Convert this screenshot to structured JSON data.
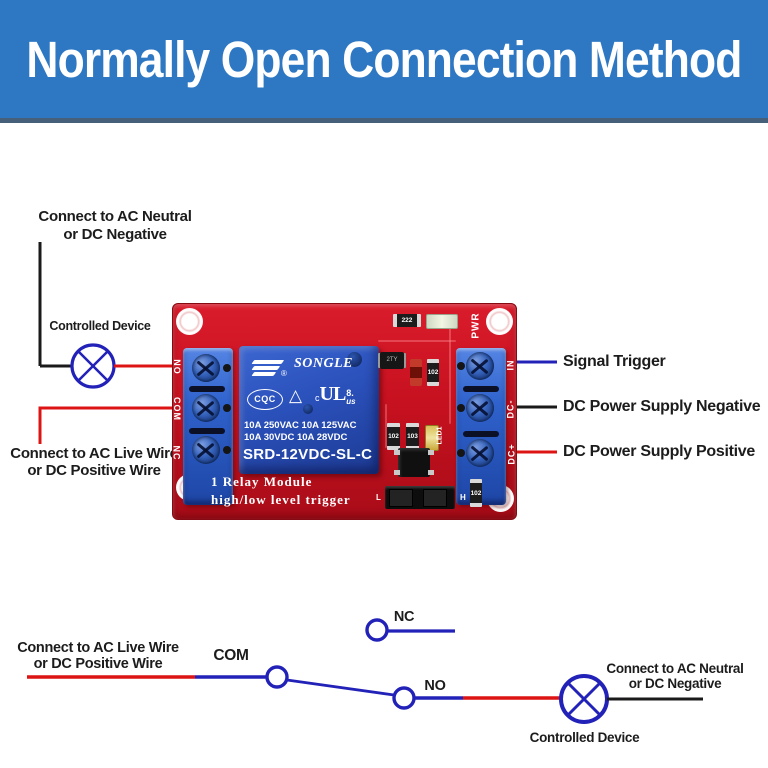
{
  "header": {
    "title": "Normally Open Connection Method"
  },
  "colors": {
    "header_blue": "#2e78c3",
    "pcb_red": "#c71120",
    "relay_blue": "#2a50ba",
    "terminal_blue": "#2f62cc",
    "wire_red": "#dd1414",
    "wire_blue": "#2222b8",
    "wire_black": "#1a1a1a"
  },
  "top_diagram": {
    "neutral_label_line1": "Connect to AC Neutral",
    "neutral_label_line2": "or DC Negative",
    "controlled_device": "Controlled Device",
    "live_label_line1": "Connect to AC Live Wire",
    "live_label_line2": "or DC Positive Wire",
    "signal_trigger": "Signal Trigger",
    "dc_negative": "DC Power Supply Negative",
    "dc_positive": "DC Power Supply Positive"
  },
  "module": {
    "terminal_no": "NO",
    "terminal_com": "COM",
    "terminal_nc": "NC",
    "terminal_in": "IN",
    "terminal_dcminus": "DC-",
    "terminal_dcplus": "DC+",
    "pwr": "PWR",
    "relay": {
      "brand": "SONGLE",
      "reg_mark": "®",
      "cqc": "CQC",
      "triangle": "△",
      "ul_c": "c",
      "ul": "UL",
      "ul_8": "8.",
      "ul_us": "us",
      "ratings_line1": "10A 250VAC  10A 125VAC",
      "ratings_line2": "10A  30VDC  10A  28VDC",
      "model": "SRD-12VDC-SL-C"
    },
    "silk_line1": "1 Relay  Module",
    "silk_line2": "high/low level trigger",
    "jumper_l": "L",
    "jumper_h": "H",
    "led1": "LED1",
    "transistor": "2TY",
    "smd_222": "222",
    "smd_102a": "102",
    "smd_102b": "102",
    "smd_103": "103",
    "smd_102c": "102"
  },
  "bottom_schematic": {
    "live_label_line1": "Connect to AC Live Wire",
    "live_label_line2": "or DC Positive Wire",
    "com": "COM",
    "nc": "NC",
    "no": "NO",
    "neutral_label_line1": "Connect to AC Neutral",
    "neutral_label_line2": "or DC Negative",
    "controlled_device": "Controlled Device"
  }
}
